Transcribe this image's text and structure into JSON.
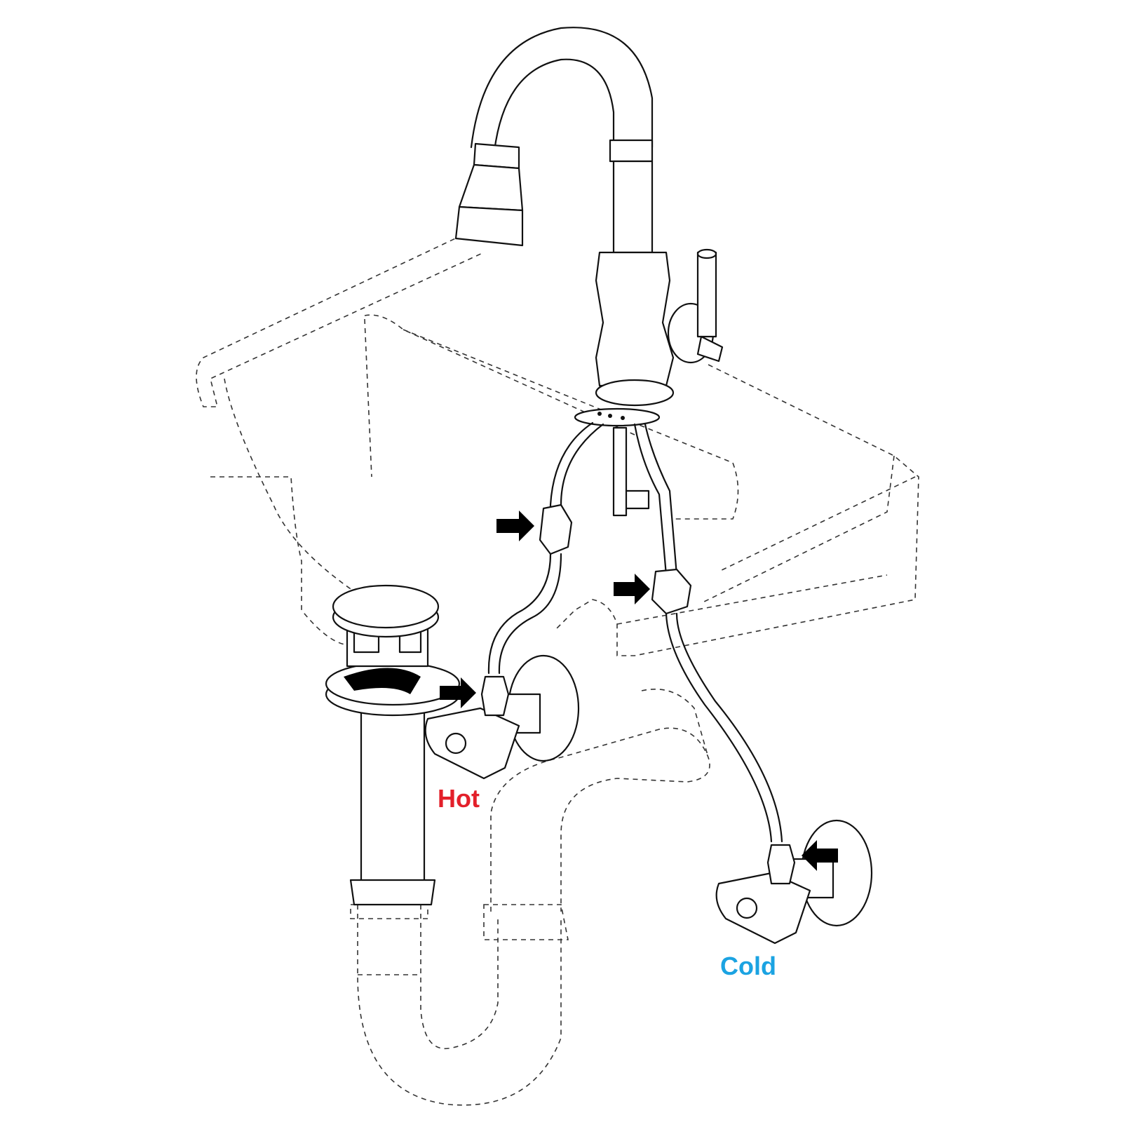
{
  "labels": {
    "hot": "Hot",
    "cold": "Cold"
  },
  "colors": {
    "hot": "#e3202a",
    "cold": "#1ba3e2",
    "line": "#111111"
  },
  "arrows": [
    {
      "name": "hot-upper-connection-arrow"
    },
    {
      "name": "cold-upper-connection-arrow"
    },
    {
      "name": "hot-valve-connection-arrow"
    },
    {
      "name": "cold-valve-connection-arrow"
    }
  ]
}
